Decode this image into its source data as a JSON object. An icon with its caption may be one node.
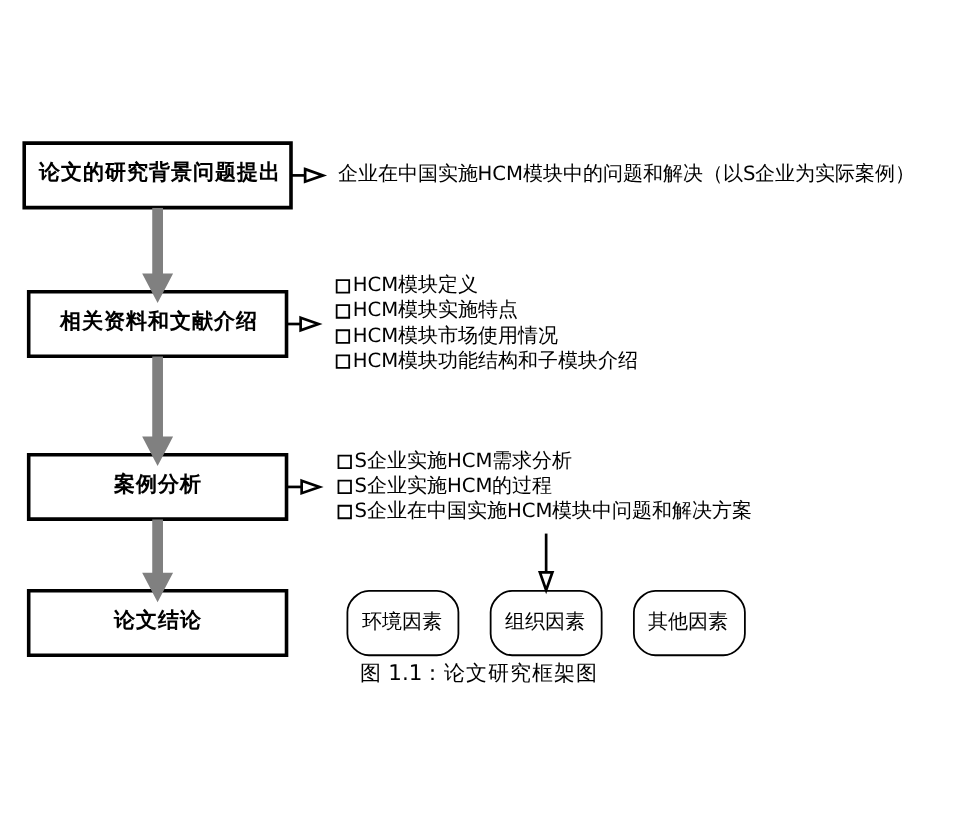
{
  "diagram": {
    "caption": "图 1.1：论文研究框架图",
    "nodes": [
      {
        "text": [
          "论文的研究背景问题提出"
        ]
      },
      {
        "text": [
          "相关资料和文献介绍"
        ]
      },
      {
        "text": [
          "案例分析"
        ]
      },
      {
        "text": [
          "论文结论"
        ]
      },
      {
        "text": [
          "企业在中国实施HCM模块中的问题和解决（以S企业为实际案例）"
        ]
      },
      {
        "text": [
          "HCM模块定义",
          "HCM模块实施特点",
          "HCM模块市场使用情况",
          "HCM模块功能结构和子模块介绍"
        ]
      },
      {
        "text": [
          "S企业实施HCM需求分析",
          "S企业实施HCM的过程",
          "S企业在中国实施HCM模块中问题和解决方案"
        ]
      },
      {
        "text": [
          "环境因素"
        ]
      },
      {
        "text": [
          "组织因素"
        ]
      },
      {
        "text": [
          "其他因素"
        ]
      }
    ],
    "edges": [
      {
        "from": 0,
        "to": 1,
        "arrow": "to",
        "style": "thick",
        "color": "#808080"
      },
      {
        "from": 1,
        "to": 2,
        "arrow": "to",
        "style": "thick",
        "color": "#808080"
      },
      {
        "from": 2,
        "to": 3,
        "arrow": "to",
        "style": "thick",
        "color": "#808080"
      },
      {
        "from": 0,
        "to": 4,
        "arrow": "to"
      },
      {
        "from": 1,
        "to": 5,
        "arrow": "to"
      },
      {
        "from": 2,
        "to": 6,
        "arrow": "to"
      },
      {
        "from": 6,
        "to": 8,
        "arrow": "to"
      }
    ]
  }
}
